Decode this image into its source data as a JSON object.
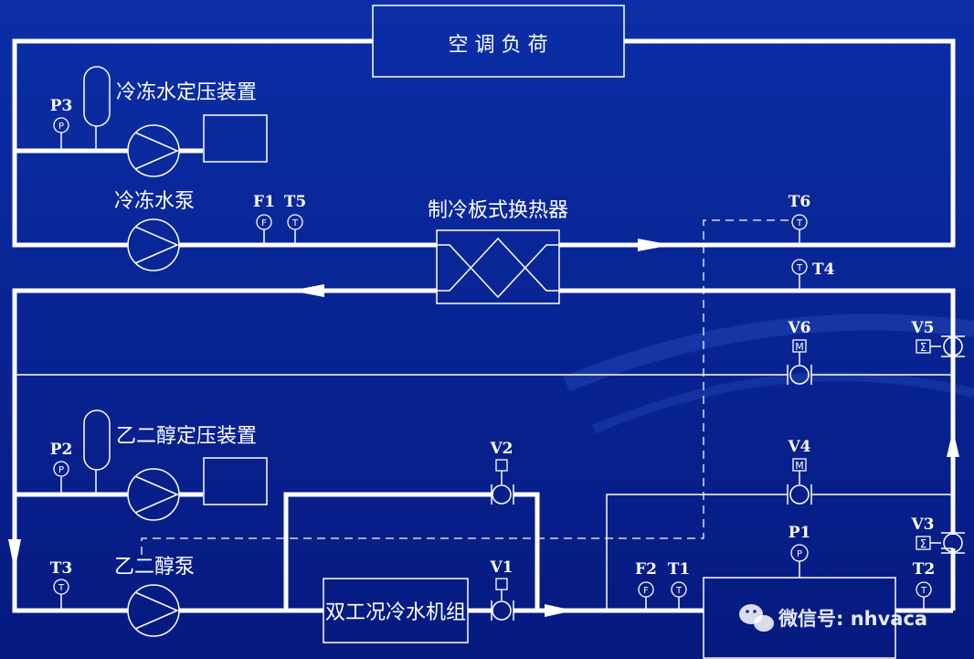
{
  "colors": {
    "background_top": "#0a2a9c",
    "background_bottom": "#06187a",
    "line": "#ffffff",
    "accent_swoosh": "#2a4fc0"
  },
  "boxes": {
    "ac_load": "空 调 负 荷",
    "chiller": "双工况冷水机组"
  },
  "labels": {
    "chilled_water_pressurization": "冷冻水定压装置",
    "chilled_water_pump": "冷冻水泵",
    "plate_heat_exchanger": "制冷板式换热器",
    "glycol_pressurization": "乙二醇定压装置",
    "glycol_pump": "乙二醇泵"
  },
  "instruments": {
    "P3": "P3",
    "F1": "F1",
    "T5": "T5",
    "T6": "T6",
    "T4": "T4",
    "V6": "V6",
    "V5": "V5",
    "P2": "P2",
    "V2": "V2",
    "V4": "V4",
    "V3": "V3",
    "P1": "P1",
    "T3": "T3",
    "V1": "V1",
    "F2": "F2",
    "T1": "T1",
    "T2": "T2"
  },
  "symbols": {
    "pressure": "P",
    "flow": "F",
    "temperature": "T",
    "motor": "M",
    "sigma": "Σ"
  },
  "watermark": {
    "text": "微信号: nhvaca",
    "icon": "wechat-icon"
  }
}
